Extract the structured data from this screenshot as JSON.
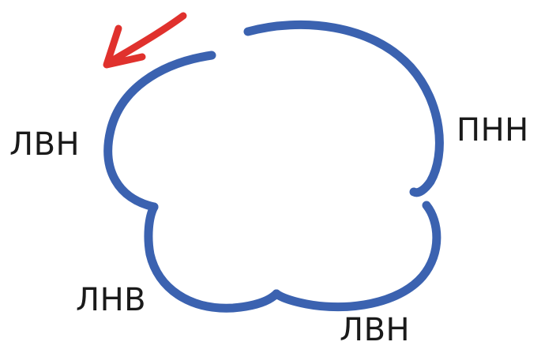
{
  "diagram": {
    "labels": {
      "left_top": "ЛВН",
      "right": "ПНН",
      "left_bottom": "ЛНВ",
      "bottom": "ЛВН"
    },
    "colors": {
      "outline": "#3b62b0",
      "arrow": "#e0312d",
      "text": "#1a1a1a",
      "background": "#ffffff"
    }
  }
}
